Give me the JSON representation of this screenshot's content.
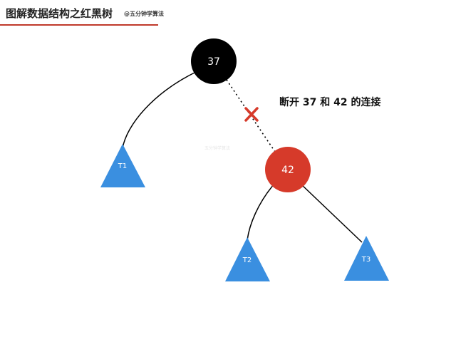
{
  "header": {
    "title": "图解数据结构之红黑树",
    "subtitle": "@五分钟学算法"
  },
  "diagram": {
    "nodes": [
      {
        "id": "37",
        "label": "37",
        "color": "#000000"
      },
      {
        "id": "42",
        "label": "42",
        "color": "#d63a2a"
      }
    ],
    "subtrees": [
      {
        "id": "T1",
        "label": "T1",
        "color": "#3a8fe0"
      },
      {
        "id": "T2",
        "label": "T2",
        "color": "#3a8fe0"
      },
      {
        "id": "T3",
        "label": "T3",
        "color": "#3a8fe0"
      }
    ],
    "annotation": "断开 37 和 42 的连接",
    "cut_marker_color": "#d63a2a",
    "watermark": "五分钟学算法"
  }
}
